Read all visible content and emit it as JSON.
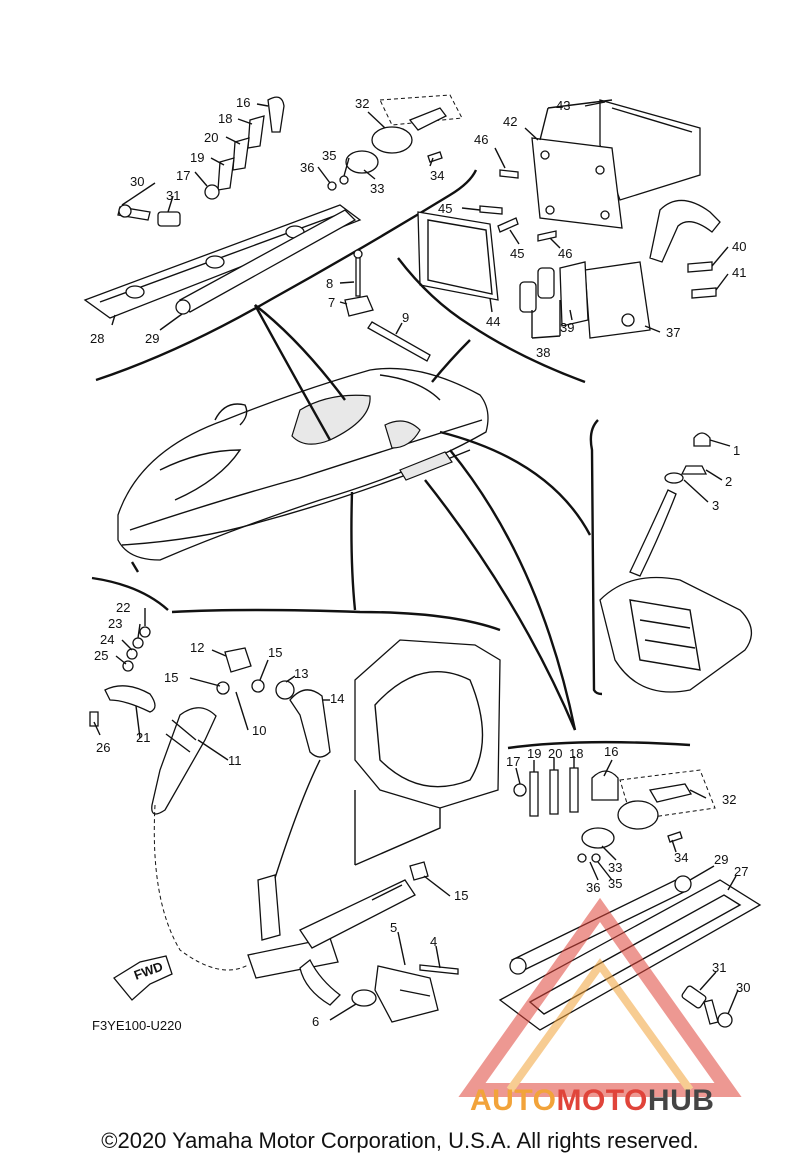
{
  "diagram": {
    "code": "F3YE100-U220",
    "fwd_label": "FWD",
    "callouts": [
      {
        "id": "c16a",
        "text": "16"
      },
      {
        "id": "c18a",
        "text": "18"
      },
      {
        "id": "c20a",
        "text": "20"
      },
      {
        "id": "c19a",
        "text": "19"
      },
      {
        "id": "c17a",
        "text": "17"
      },
      {
        "id": "c30a",
        "text": "30"
      },
      {
        "id": "c31a",
        "text": "31"
      },
      {
        "id": "c28",
        "text": "28"
      },
      {
        "id": "c29a",
        "text": "29"
      },
      {
        "id": "c32a",
        "text": "32"
      },
      {
        "id": "c35a",
        "text": "35"
      },
      {
        "id": "c36a",
        "text": "36"
      },
      {
        "id": "c33a",
        "text": "33"
      },
      {
        "id": "c34a",
        "text": "34"
      },
      {
        "id": "c8",
        "text": "8"
      },
      {
        "id": "c7",
        "text": "7"
      },
      {
        "id": "c9",
        "text": "9"
      },
      {
        "id": "c43",
        "text": "43"
      },
      {
        "id": "c42",
        "text": "42"
      },
      {
        "id": "c46a",
        "text": "46"
      },
      {
        "id": "c45a",
        "text": "45"
      },
      {
        "id": "c45b",
        "text": "45"
      },
      {
        "id": "c46b",
        "text": "46"
      },
      {
        "id": "c44",
        "text": "44"
      },
      {
        "id": "c40",
        "text": "40"
      },
      {
        "id": "c41",
        "text": "41"
      },
      {
        "id": "c39",
        "text": "39"
      },
      {
        "id": "c38",
        "text": "38"
      },
      {
        "id": "c37",
        "text": "37"
      },
      {
        "id": "c1",
        "text": "1"
      },
      {
        "id": "c2",
        "text": "2"
      },
      {
        "id": "c3",
        "text": "3"
      },
      {
        "id": "c22",
        "text": "22"
      },
      {
        "id": "c23",
        "text": "23"
      },
      {
        "id": "c24",
        "text": "24"
      },
      {
        "id": "c25",
        "text": "25"
      },
      {
        "id": "c26",
        "text": "26"
      },
      {
        "id": "c21",
        "text": "21"
      },
      {
        "id": "c12",
        "text": "12"
      },
      {
        "id": "c15a",
        "text": "15"
      },
      {
        "id": "c15b",
        "text": "15"
      },
      {
        "id": "c13",
        "text": "13"
      },
      {
        "id": "c14",
        "text": "14"
      },
      {
        "id": "c10",
        "text": "10"
      },
      {
        "id": "c11",
        "text": "11"
      },
      {
        "id": "c15c",
        "text": "15"
      },
      {
        "id": "c5",
        "text": "5"
      },
      {
        "id": "c4",
        "text": "4"
      },
      {
        "id": "c6",
        "text": "6"
      },
      {
        "id": "c17b",
        "text": "17"
      },
      {
        "id": "c19b",
        "text": "19"
      },
      {
        "id": "c20b",
        "text": "20"
      },
      {
        "id": "c18b",
        "text": "18"
      },
      {
        "id": "c16b",
        "text": "16"
      },
      {
        "id": "c32b",
        "text": "32"
      },
      {
        "id": "c33b",
        "text": "33"
      },
      {
        "id": "c34b",
        "text": "34"
      },
      {
        "id": "c36b",
        "text": "36"
      },
      {
        "id": "c35b",
        "text": "35"
      },
      {
        "id": "c29b",
        "text": "29"
      },
      {
        "id": "c27",
        "text": "27"
      },
      {
        "id": "c31b",
        "text": "31"
      },
      {
        "id": "c30b",
        "text": "30"
      }
    ]
  },
  "watermark": {
    "part1": "AUTO",
    "part2": "MOTO",
    "part3": "HUB",
    "color_auto": "#f2a33a",
    "color_moto": "#e0443a",
    "color_hub": "#444444"
  },
  "footer": {
    "copyright": "©2020 Yamaha Motor Corporation, U.S.A. All rights reserved."
  }
}
